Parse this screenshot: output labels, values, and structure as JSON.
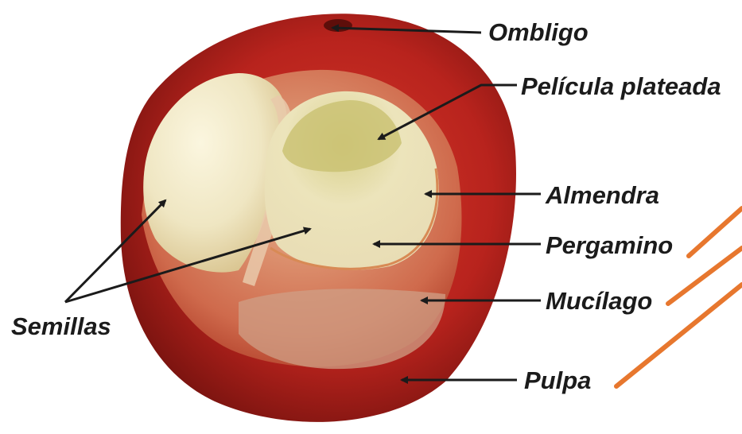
{
  "labels": {
    "ombligo": "Ombligo",
    "pelicula_plateada": "Película plateada",
    "almendra": "Almendra",
    "pergamino": "Pergamino",
    "mucilago": "Mucílago",
    "pulpa": "Pulpa",
    "semillas": "Semillas"
  },
  "colors": {
    "pulp_red": "#b8231d",
    "pulp_dark": "#7c1410",
    "seed_cream": "#efe6c2",
    "seed_green": "#cdc57a",
    "accent_orange": "#e7772e",
    "arrow": "#1b1b1b"
  }
}
